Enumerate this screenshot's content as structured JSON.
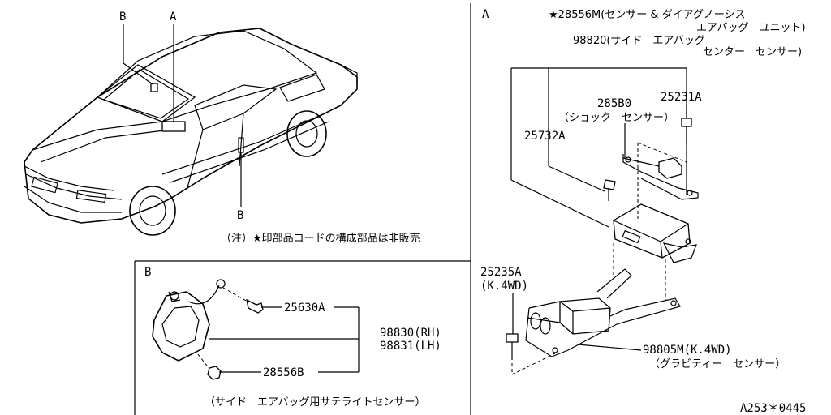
{
  "letters": {
    "a": "A",
    "b": "B"
  },
  "note": "（注）★印部品コードの構成部品は非販売",
  "panel_b": {
    "title": "B",
    "part_25630a": "25630A",
    "part_98830": "98830(RH)",
    "part_98831": "98831(LH)",
    "part_28556b": "28556B",
    "caption": "（サイド　エアバッグ用サテライトセンサー）"
  },
  "panel_a": {
    "title": "A",
    "part_28556m": "★28556M(センサー & ダイアグノーシス",
    "part_28556m_2": "エアバッグ　ユニット)",
    "part_98820": "98820(サイド　エアバッグ",
    "part_98820_2": "センター　センサー)",
    "part_285b0": "285B0",
    "part_285b0_2": "（ショック　センサー）",
    "part_25231a": "25231A",
    "part_25732a": "25732A",
    "part_25235a": "25235A",
    "part_25235a_2": "(K.4WD)",
    "part_98805m": "98805M(K.4WD)",
    "part_98805m_2": "（グラビティー　センサー）"
  },
  "figure_code": "A253＊0445"
}
